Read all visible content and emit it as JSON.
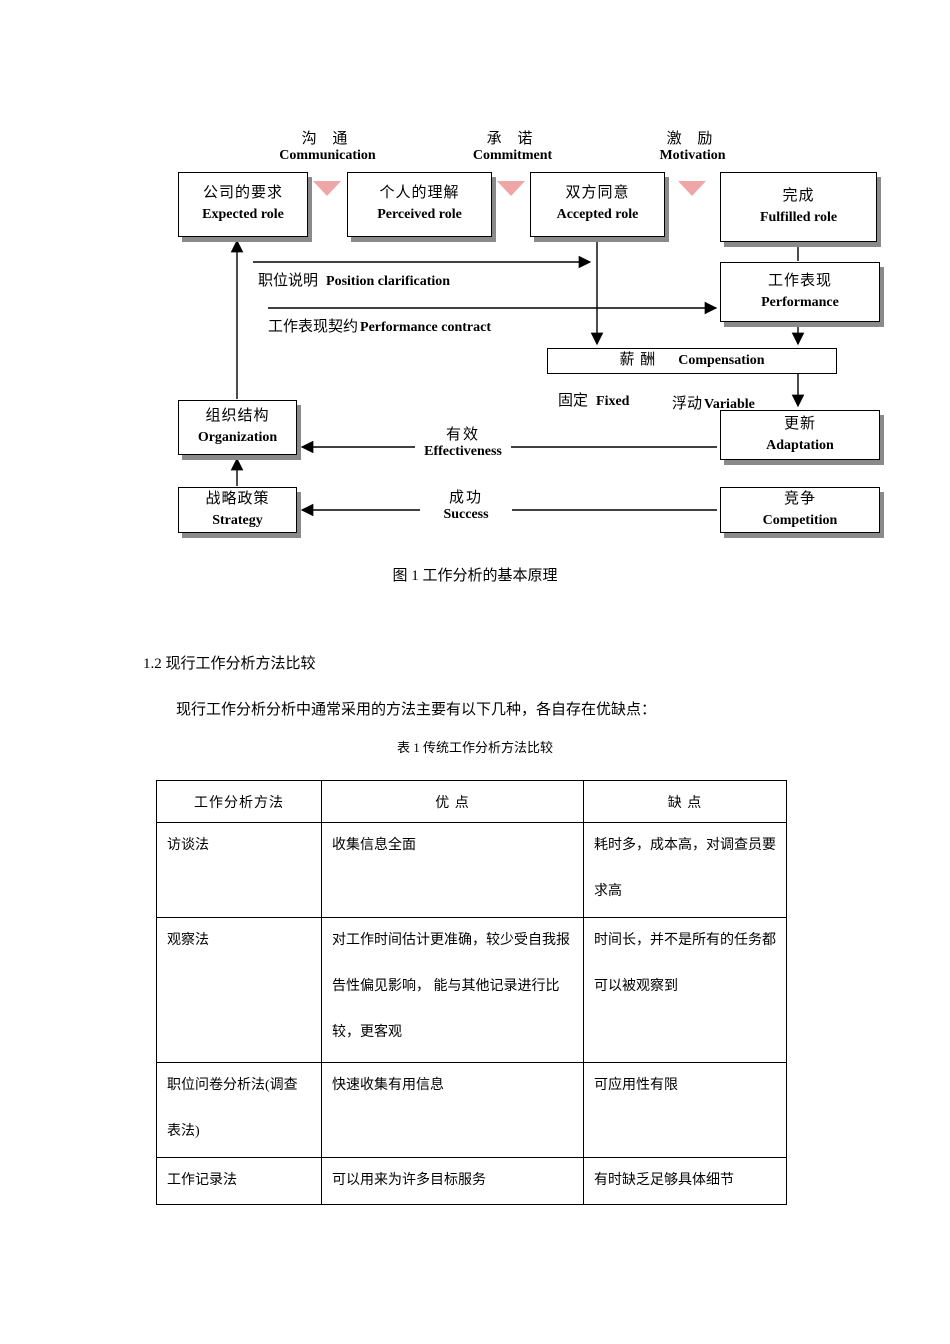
{
  "page": {
    "figure_caption": "图 1  工作分析的基本原理",
    "section_heading": "1.2 现行工作分析方法比较",
    "paragraph": "现行工作分析分析中通常采用的方法主要有以下几种，各自存在优缺点：",
    "table_caption": "表 1 传统工作分析方法比较"
  },
  "diagram": {
    "top_labels": [
      {
        "zh": "沟 通",
        "en": "Communication"
      },
      {
        "zh": "承 诺",
        "en": "Commitment"
      },
      {
        "zh": "激 励",
        "en": "Motivation"
      }
    ],
    "boxes": {
      "expected": {
        "zh": "公司的要求",
        "en": "Expected role"
      },
      "perceived": {
        "zh": "个人的理解",
        "en": "Perceived role"
      },
      "accepted": {
        "zh": "双方同意",
        "en": "Accepted role"
      },
      "fulfilled": {
        "zh": "完成",
        "en": "Fulfilled role"
      },
      "performance": {
        "zh": "工作表现",
        "en": "Performance"
      },
      "compensation": {
        "zh": "薪 酬",
        "en": "Compensation"
      },
      "organization": {
        "zh": "组织结构",
        "en": "Organization"
      },
      "adaptation": {
        "zh": "更新",
        "en": "Adaptation"
      },
      "strategy": {
        "zh": "战略政策",
        "en": "Strategy"
      },
      "competition": {
        "zh": "竞争",
        "en": "Competition"
      }
    },
    "labels": {
      "position_clarification": {
        "zh": "职位说明",
        "en": "Position clarification"
      },
      "performance_contract": {
        "zh": "工作表现契约",
        "en": "Performance contract"
      },
      "fixed": {
        "zh": "固定",
        "en": "Fixed"
      },
      "variable": {
        "zh": "浮动",
        "en": "Variable"
      },
      "effectiveness": {
        "zh": "有效",
        "en": "Effectiveness"
      },
      "success": {
        "zh": "成功",
        "en": "Success"
      }
    }
  },
  "table": {
    "headers": [
      "工作分析方法",
      "优  点",
      "缺  点"
    ],
    "rows": [
      {
        "method": "访谈法",
        "pros": "收集信息全面",
        "cons": "耗时多，成本高，对调查员要求高"
      },
      {
        "method": "观察法",
        "pros": "对工作时间估计更准确，较少受自我报告性偏见影响， 能与其他记录进行比较，更客观",
        "cons": "时间长，并不是所有的任务都可以被观察到"
      },
      {
        "method": "职位问卷分析法(调查表法)",
        "pros": "快速收集有用信息",
        "cons": "可应用性有限"
      },
      {
        "method": "工作记录法",
        "pros": "可以用来为许多目标服务",
        "cons": "有时缺乏足够具体细节"
      }
    ]
  },
  "colors": {
    "triangle": "#efa6a6",
    "triangle_edge": "#c98080",
    "shadow": "#8a8a8a"
  }
}
